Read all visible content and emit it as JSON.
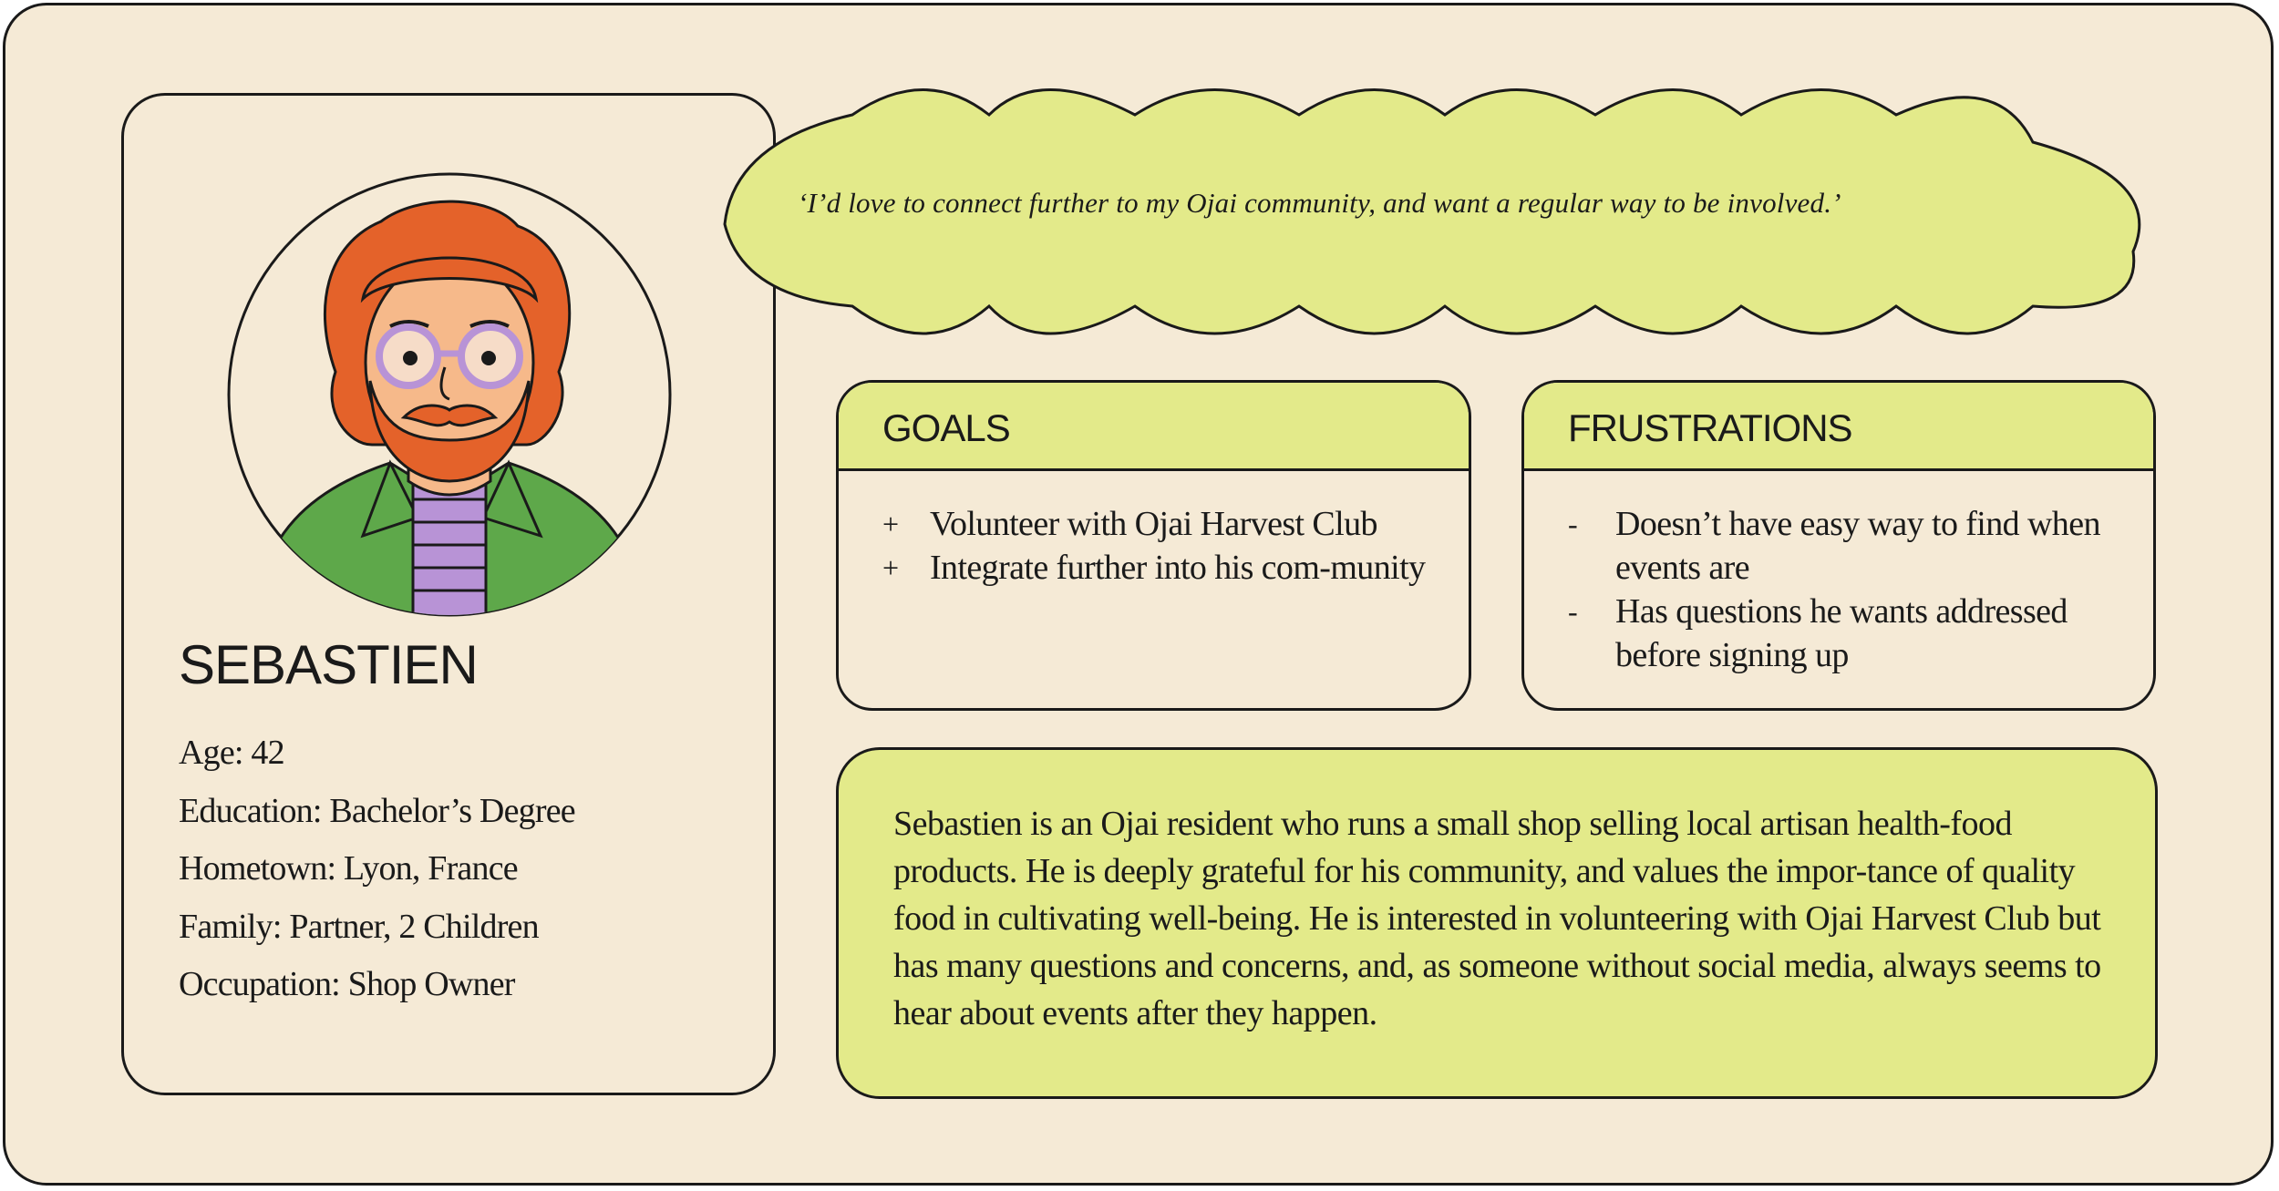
{
  "persona": {
    "name": "SEBASTIEN",
    "facts": [
      "Age: 42",
      "Education: Bachelor’s Degree",
      "Hometown: Lyon, France",
      "Family: Partner, 2 Children",
      "Occupation:  Shop Owner"
    ]
  },
  "quote": "‘I’d love to connect further to my Ojai community, and want a regular way to be involved.’",
  "goals": {
    "title": "GOALS",
    "marker": "+",
    "items": [
      "Volunteer with Ojai Harvest Club",
      "Integrate further into his com-munity"
    ]
  },
  "frustrations": {
    "title": "FRUSTRATIONS",
    "marker": "-",
    "items": [
      "Doesn’t have easy way to find when events are",
      "Has questions he wants addressed before signing up"
    ]
  },
  "summary": "Sebastien is an Ojai resident who runs a small shop selling local artisan health-food products. He is deeply grateful for his community, and values the impor-tance of quality food in cultivating well-being. He is interested in volunteering with Ojai Harvest Club but has many questions and concerns, and, as someone without social media, always seems to hear about events after they happen.",
  "colors": {
    "background": "#f5ead6",
    "accent": "#e3ea8a",
    "outline": "#1a1a1a",
    "hair": "#e4622a",
    "jacket": "#5ea84a",
    "shirt_stripe": "#b893d6"
  },
  "icons": {
    "avatar": "bearded-man-with-glasses-illustration",
    "quote_shape": "cloud-speech-bubble"
  }
}
